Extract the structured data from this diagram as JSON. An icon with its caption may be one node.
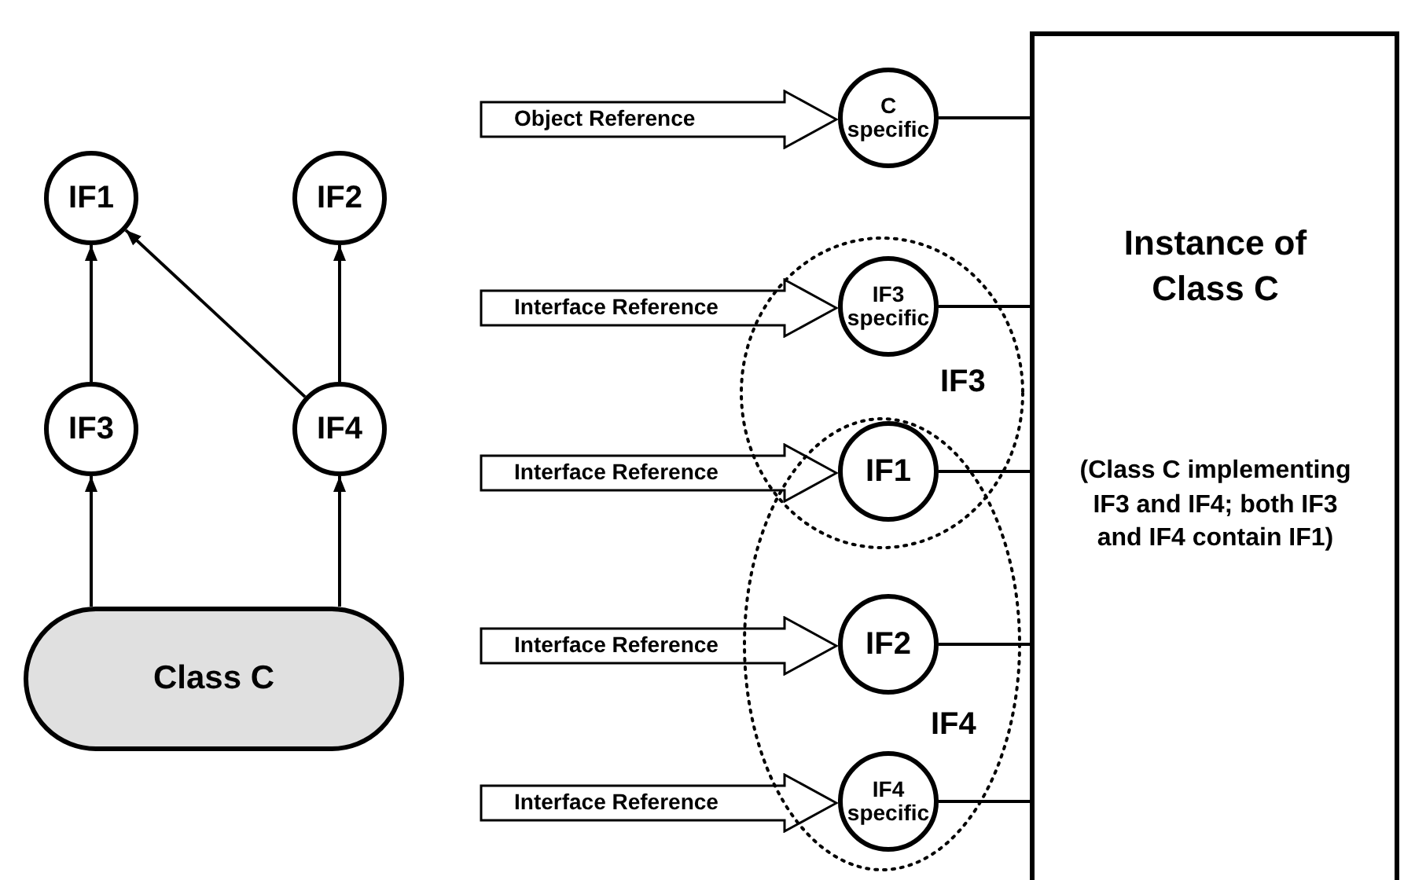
{
  "diagram": {
    "nodes": [
      {
        "text": [
          "IF1"
        ]
      },
      {
        "text": [
          "IF2"
        ]
      },
      {
        "text": [
          "IF3"
        ]
      },
      {
        "text": [
          "IF4"
        ]
      },
      {
        "text": [
          "Class C"
        ]
      },
      {
        "text": [
          "Instance of Class C",
          "(Class C implementing IF3 and IF4; both IF3 and IF4 contain IF1)"
        ]
      },
      {
        "text": [
          "IF3"
        ]
      },
      {
        "text": [
          "IF4"
        ]
      },
      {
        "text": [
          "Object Reference"
        ]
      },
      {
        "text": [
          "C specific"
        ]
      },
      {
        "text": [
          "Interface Reference"
        ]
      },
      {
        "text": [
          "IF3 specific"
        ],
        "in": 6
      },
      {
        "text": [
          "Interface Reference"
        ]
      },
      {
        "text": [
          "IF1"
        ]
      },
      {
        "text": [
          "Interface Reference"
        ]
      },
      {
        "text": [
          "IF2"
        ],
        "in": 7
      },
      {
        "text": [
          "Interface Reference"
        ]
      },
      {
        "text": [
          "IF4 specific"
        ],
        "in": 7
      }
    ],
    "edges": [
      {
        "from": 2,
        "to": 0,
        "arrow": "to"
      },
      {
        "from": 3,
        "to": 0,
        "arrow": "to"
      },
      {
        "from": 3,
        "to": 1,
        "arrow": "to"
      },
      {
        "from": 4,
        "to": 2,
        "arrow": "to"
      },
      {
        "from": 4,
        "to": 3,
        "arrow": "to"
      },
      {
        "from": 9,
        "to": 5,
        "arrow": "none"
      },
      {
        "from": 11,
        "to": 5,
        "arrow": "none"
      },
      {
        "from": 13,
        "to": 5,
        "arrow": "none"
      },
      {
        "from": 15,
        "to": 5,
        "arrow": "none"
      },
      {
        "from": 17,
        "to": 5,
        "arrow": "none"
      }
    ]
  }
}
